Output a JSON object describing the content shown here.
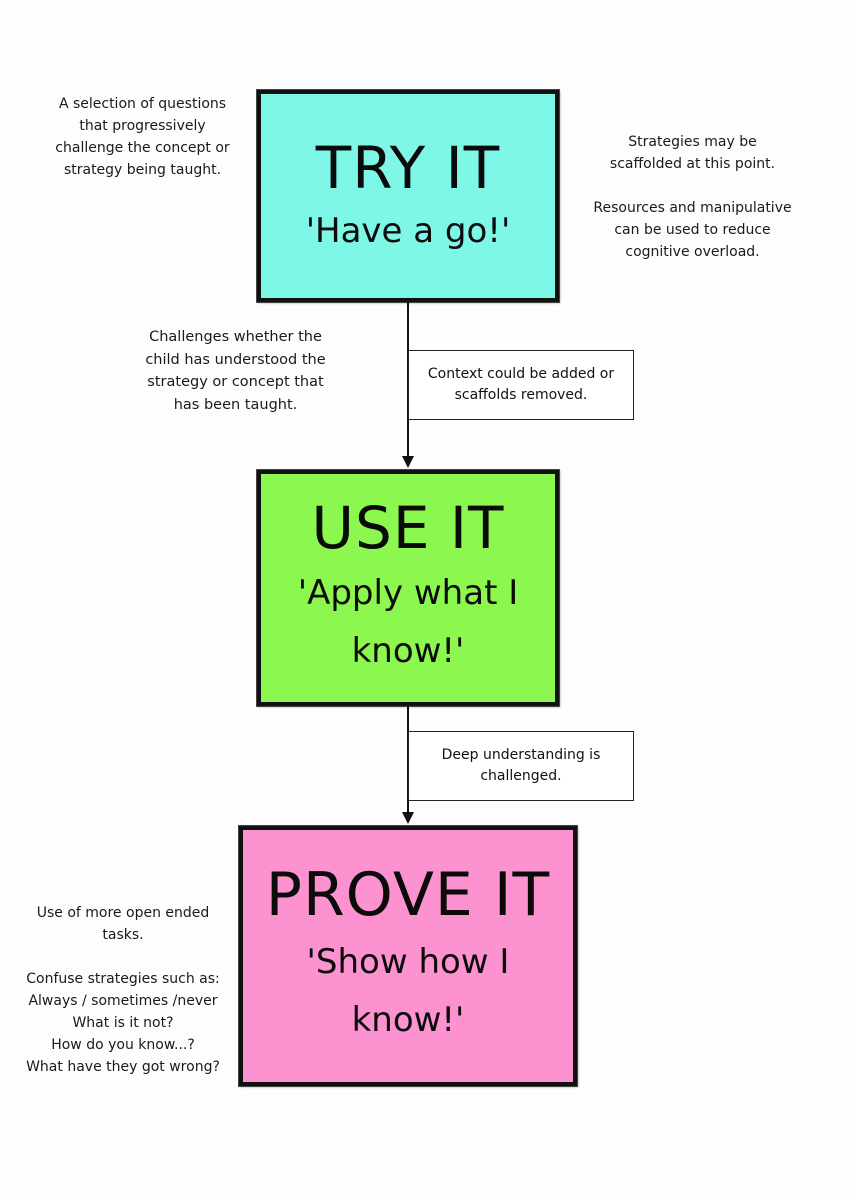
{
  "colors": {
    "try_it": "#7ef7e6",
    "use_it": "#8cf74e",
    "prove_it": "#fc92cf",
    "border": "#111111"
  },
  "stages": [
    {
      "title": "TRY IT",
      "subtitle": "'Have a go!'"
    },
    {
      "title": "USE IT",
      "subtitle": "'Apply what I\nknow!'"
    },
    {
      "title": "PROVE IT",
      "subtitle": "'Show how I\nknow!'"
    }
  ],
  "notes": {
    "try_left": "A selection of questions\nthat progressively\nchallenge the concept or\nstrategy being taught.",
    "try_right": "Strategies may be\nscaffolded at this point.\n\nResources and manipulative\ncan be used to reduce\ncognitive overload.",
    "use_left": "Challenges whether the\nchild has understood the\nstrategy or concept that\nhas been taught.",
    "prove_left": "Use of more open ended\ntasks.\n\nConfuse strategies such as:\nAlways / sometimes /never\nWhat is it not?\nHow do you know...?\nWhat have they got wrong?"
  },
  "callouts": [
    {
      "text": "Context could be added or\nscaffolds removed."
    },
    {
      "text": "Deep understanding is\nchallenged."
    }
  ]
}
